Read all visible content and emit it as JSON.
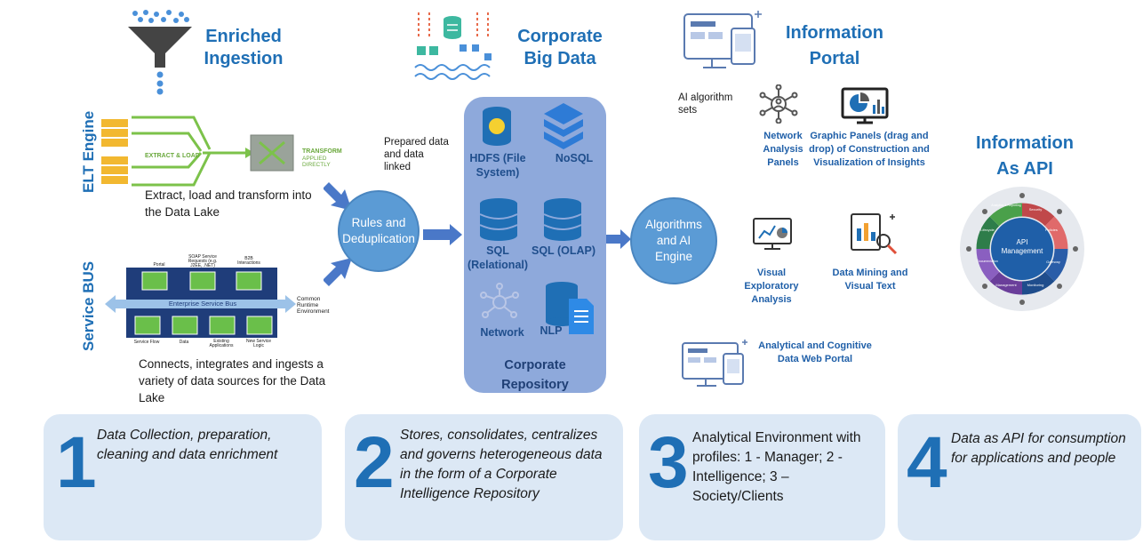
{
  "sections": {
    "ingestion_title": "Enriched Ingestion",
    "bigdata_title": "Corporate Big Data",
    "portal_title": "Information Portal",
    "api_title": "Information As API"
  },
  "elt": {
    "vertical_label": "ELT Engine",
    "extract_load": "EXTRACT & LOAD",
    "transform": "TRANSFORM",
    "applied": "APPLIED DIRECTLY",
    "description": "Extract, load and transform into the Data Lake"
  },
  "bus": {
    "vertical_label": "Service BUS",
    "title": "Enterprise Service Bus",
    "side_label": "Common Runtime Environment",
    "top_labels": [
      "Portal",
      "SOAP Service Requests (e.g. J2EE, .NET)",
      "B2B Interactions"
    ],
    "bottom_labels": [
      "Service Flow",
      "Data",
      "Existing Applications",
      "New Service Logic"
    ],
    "description": "Connects, integrates and ingests a variety of data sources for the Data Lake"
  },
  "prepared_note": "Prepared data and data linked",
  "rules_circle": "Rules and Deduplication",
  "repository": {
    "items": [
      {
        "label": "HDFS (File System)"
      },
      {
        "label": "NoSQL"
      },
      {
        "label": "SQL (Relational)"
      },
      {
        "label": "SQL (OLAP)"
      },
      {
        "label": "Network"
      },
      {
        "label": "NLP"
      }
    ],
    "title": "Corporate Repository"
  },
  "algorithms_circle": "Algorithms and AI Engine",
  "portal": {
    "ai_sets": "AI algorithm sets",
    "network_panels": "Network Analysis Panels",
    "graphic_panels": "Graphic Panels (drag and drop) of Construction and Visualization  of Insights",
    "visual_exploratory": "Visual Exploratory Analysis",
    "data_mining": "Data Mining and Visual Text",
    "web_portal": "Analytical  and Cognitive Data Web Portal"
  },
  "api_wheel": {
    "center": "API Management",
    "segments": [
      "Analytics & Reporting",
      "Security",
      "Policies",
      "Gateway",
      "Monitoring",
      "Management",
      "Documentation",
      "Lifecycle"
    ]
  },
  "cards": [
    {
      "num": "1",
      "text": "Data Collection, preparation, cleaning and data enrichment"
    },
    {
      "num": "2",
      "text": "Stores, consolidates, centralizes and governs heterogeneous data in the form of a Corporate Intelligence Repository"
    },
    {
      "num": "3",
      "text": "Analytical Environment with profiles: 1 - Manager; 2 - Intelligence; 3 – Society/Clients"
    },
    {
      "num": "4",
      "text": "Data as API for consumption for applications and people"
    }
  ],
  "colors": {
    "accent_blue": "#1f6fb5",
    "circle_blue": "#5b9bd5",
    "repo_blue": "#8ea9db",
    "card_bg": "#dce8f5",
    "elt_green": "#7cc24a",
    "bus_navy": "#1f3d7a"
  }
}
